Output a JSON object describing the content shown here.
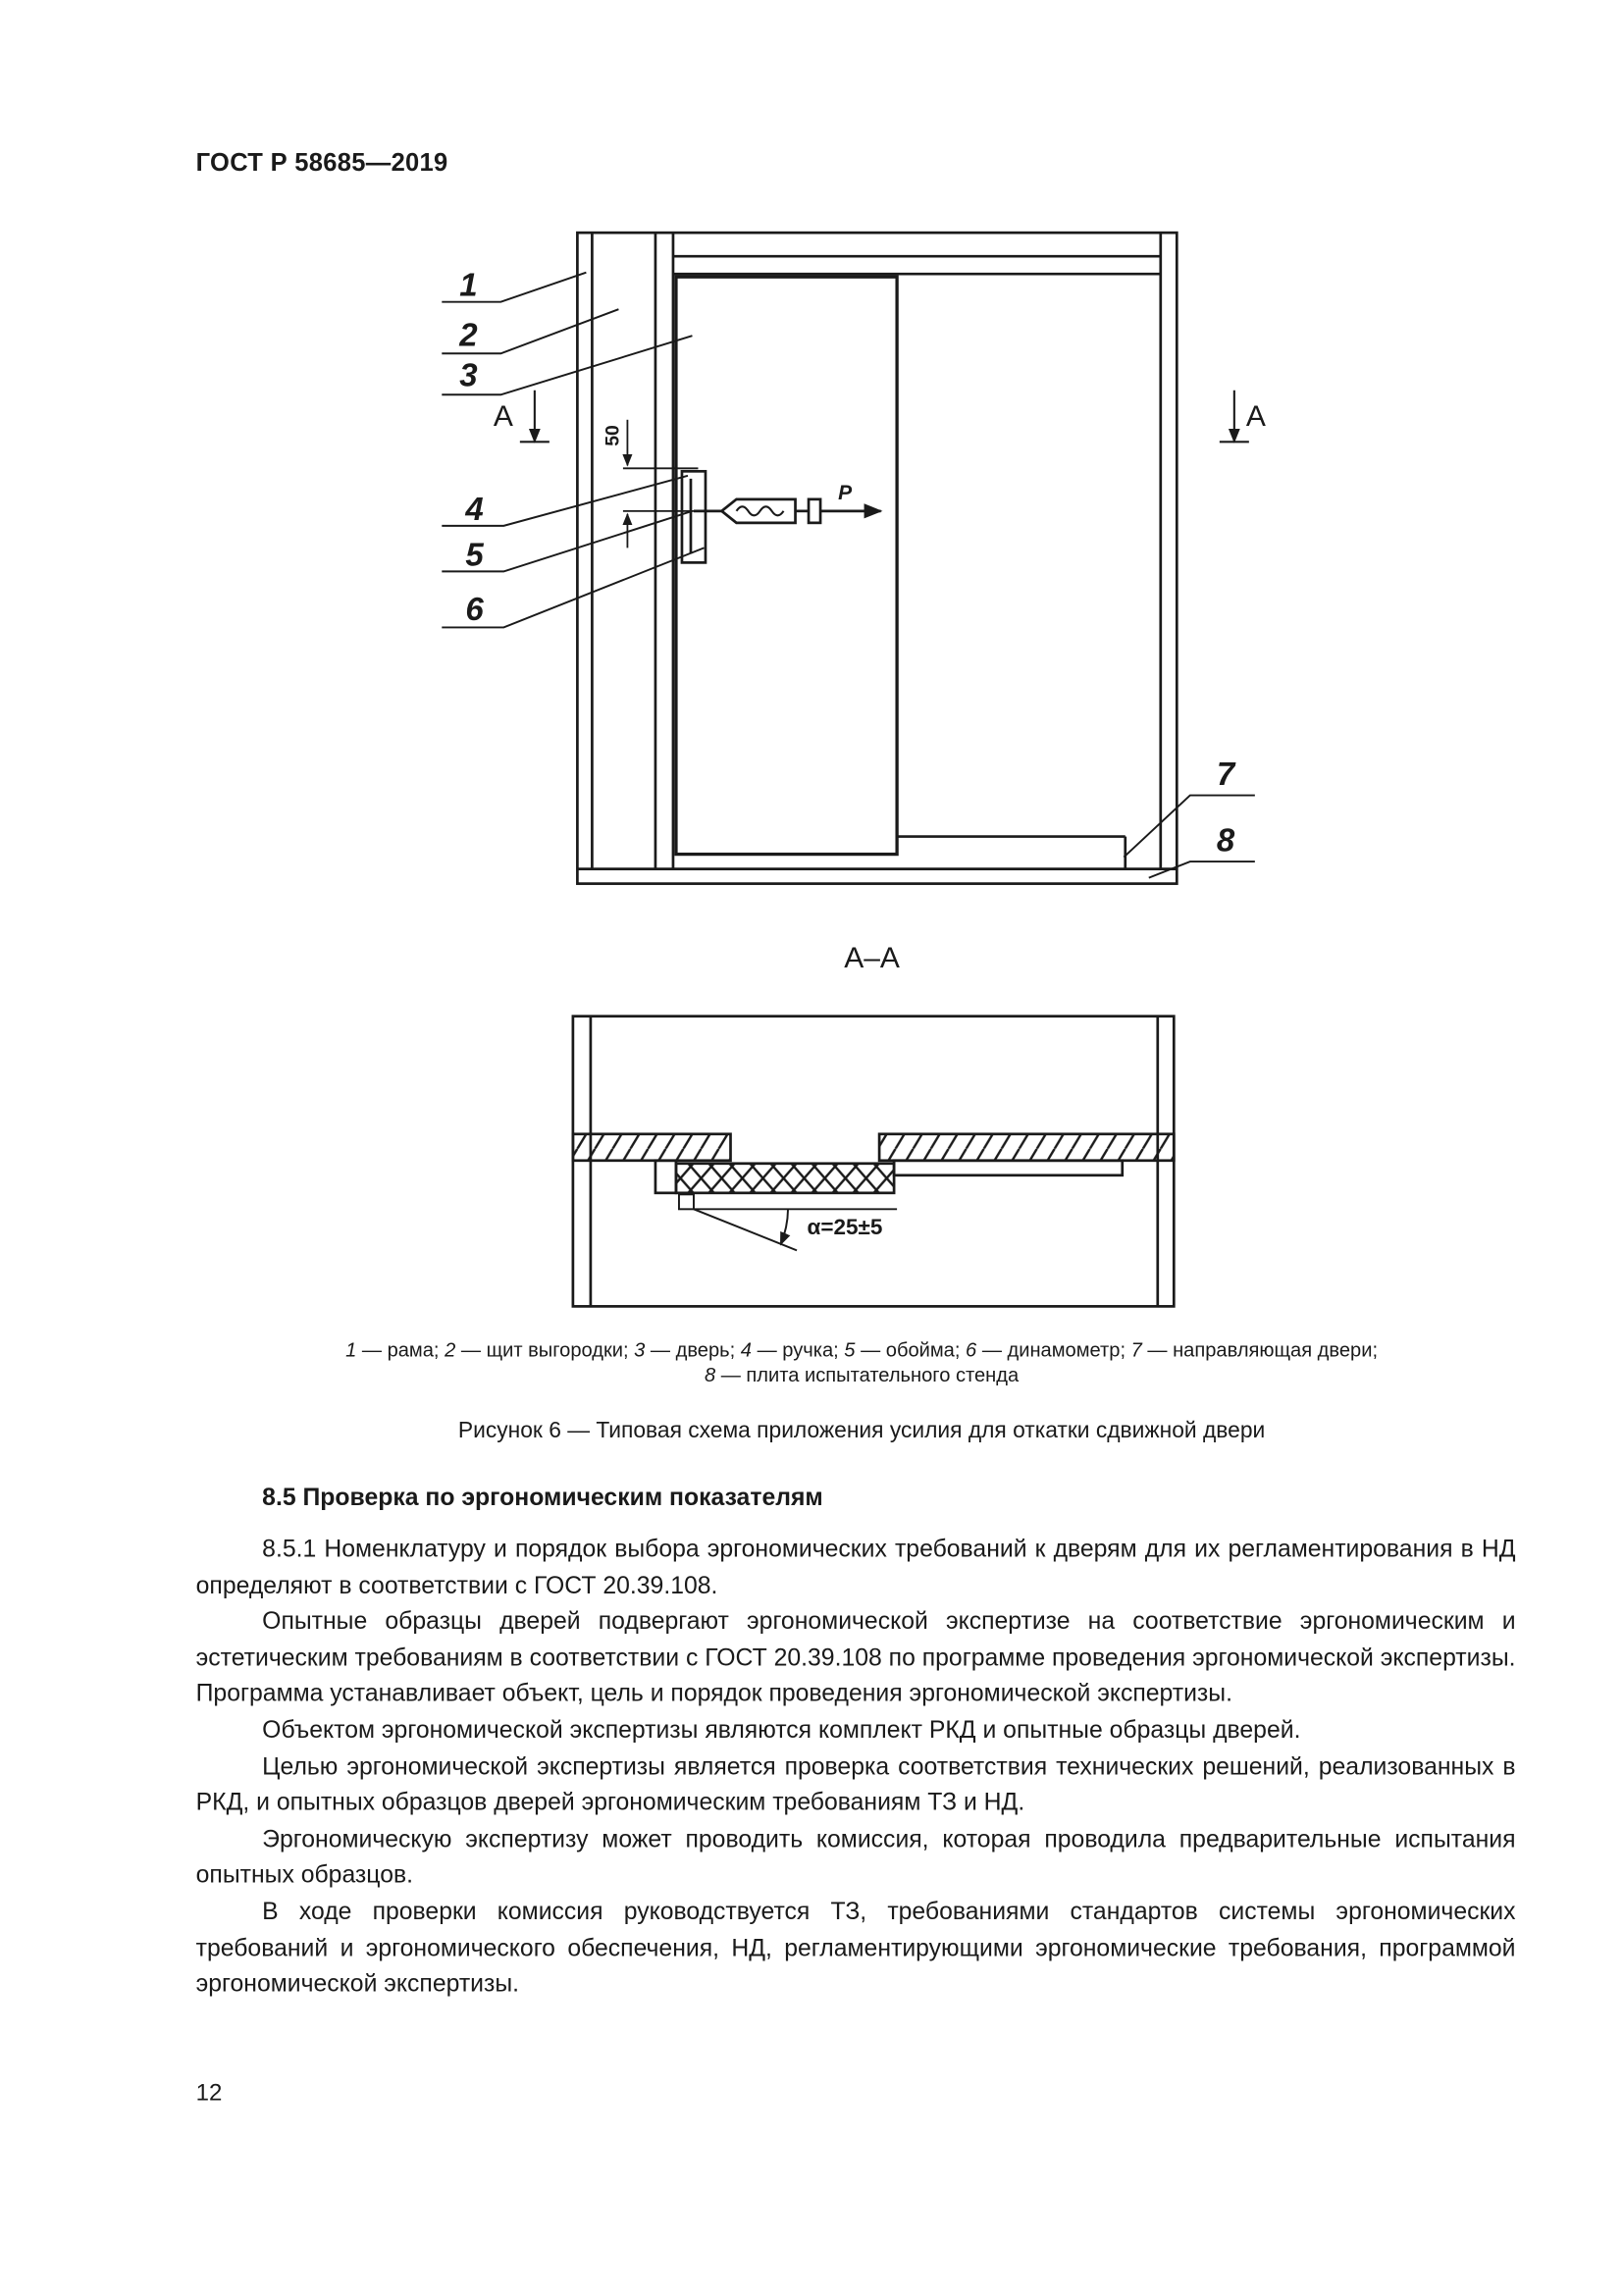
{
  "header": {
    "standard": "ГОСТ Р 58685—2019"
  },
  "figure": {
    "callouts": [
      "1",
      "2",
      "3",
      "4",
      "5",
      "6",
      "7",
      "8"
    ],
    "section_marker": "А",
    "section_title": "А–А",
    "dimension": "50",
    "force_label": "P",
    "angle_label": "α=25±5",
    "legend_line1": [
      {
        "num": "1",
        "text": " — рама; "
      },
      {
        "num": "2",
        "text": " — щит выгородки; "
      },
      {
        "num": "3",
        "text": " — дверь; "
      },
      {
        "num": "4",
        "text": " — ручка; "
      },
      {
        "num": "5",
        "text": " — обойма; "
      },
      {
        "num": "6",
        "text": " — динамометр; "
      },
      {
        "num": "7",
        "text": " — направляющая двери;"
      }
    ],
    "legend_line2": [
      {
        "num": "8",
        "text": " — плита испытательного стенда"
      }
    ],
    "caption": "Рисунок 6 — Типовая схема приложения усилия для откатки сдвижной двери"
  },
  "section": {
    "heading": "8.5 Проверка по эргономическим показателям",
    "paragraphs": [
      "8.5.1 Номенклатуру и порядок выбора эргономических требований к дверям для их регламенти­рования в НД определяют в соответствии с ГОСТ 20.39.108.",
      "Опытные образцы дверей подвергают эргономической экспертизе на соответствие эргономиче­ским и эстетическим требованиям в соответствии с ГОСТ 20.39.108 по программе проведения эргоно­мической экспертизы. Программа устанавливает объект, цель и порядок проведения эргономической экспертизы.",
      "Объектом эргономической экспертизы являются комплект РКД и опытные образцы дверей.",
      "Целью эргономической экспертизы является проверка соответствия технических решений, реали­зованных в РКД, и опытных образцов дверей эргономическим требованиям ТЗ и НД.",
      "Эргономическую экспертизу может проводить комиссия, которая проводила предварительные ис­пытания опытных образцов.",
      "В ходе проверки комиссия руководствуется ТЗ, требованиями стандартов системы эргономиче­ских требований и эргономического обеспечения, НД, регламентирующими эргономические требова­ния, программой эргономической экспертизы."
    ]
  },
  "page_number": "12"
}
